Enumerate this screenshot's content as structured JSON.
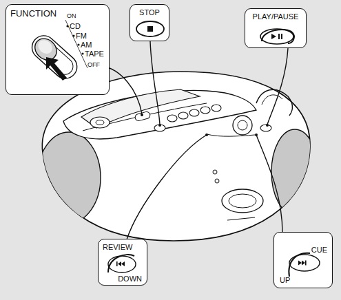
{
  "diagram": {
    "nodes": [
      {
        "text": [
          "FUNCTION",
          "ON",
          "CD",
          "FM",
          "AM",
          "TAPE",
          "OFF"
        ]
      },
      {
        "text": [
          "STOP"
        ]
      },
      {
        "text": [
          "PLAY/PAUSE"
        ]
      },
      {
        "text": [
          "REVIEW",
          "DOWN"
        ]
      },
      {
        "text": [
          "CUE",
          "UP"
        ]
      }
    ]
  }
}
